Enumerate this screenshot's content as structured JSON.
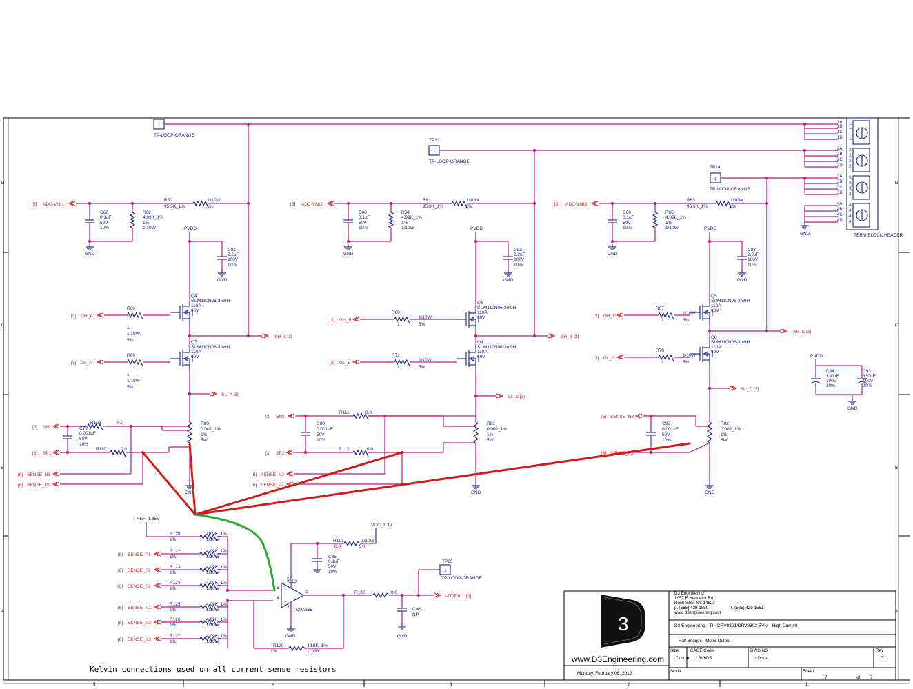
{
  "testpoints": {
    "tp_a": {
      "pin": "1",
      "label": "TP-LOOP-ORANGE"
    },
    "tp13": {
      "ref": "TP13",
      "pin": "1",
      "label": "TP-LOOP-ORANGE"
    },
    "tp14": {
      "ref": "TP14",
      "pin": "1",
      "label": "TP-LOOP-ORANGE"
    },
    "tp23": {
      "ref": "TP23",
      "pin": "1",
      "label": "TP-LOOP-ORANGE"
    }
  },
  "terminal": {
    "pins": [
      "1A",
      "1B",
      "1C",
      "1D",
      "2A",
      "2B",
      "2C",
      "2D",
      "3A",
      "3B",
      "3C",
      "3D",
      "4A",
      "4B",
      "4C",
      "4D"
    ],
    "nums": [
      "1",
      "1",
      "1",
      "1",
      "2",
      "2",
      "2",
      "2",
      "3",
      "3",
      "3",
      "3",
      "4",
      "4",
      "4",
      "4"
    ],
    "label": "TERM BLOCK HEADER"
  },
  "phases": [
    {
      "adc": {
        "tag": "[5]",
        "name": "ADC-Vhb1"
      },
      "rtop": {
        "ref": "R60",
        "val": "95.3K_1%",
        "pw": "1/10W",
        "tol": "1%"
      },
      "cap": {
        "ref": "C67",
        "v1": "0.1uF",
        "v2": "50V",
        "v3": "10%"
      },
      "rbot": {
        "ref": "R62",
        "v1": "4.99K_1%",
        "v2": "1%",
        "v3": "1/10W"
      },
      "pvdd": "PVDD",
      "bulk": {
        "ref": "C81",
        "v1": "2.2uF",
        "v2": "100V",
        "v3": "10%"
      },
      "hi": {
        "ref": "Q4",
        "part": "SUM110N06-3m9H",
        "a": "110A",
        "v": "60V"
      },
      "lo": {
        "ref": "Q7",
        "part": "SUM110N06-3m9H",
        "a": "110A",
        "v": "60V"
      },
      "gh": {
        "tag": "[3]",
        "name": "GH_A",
        "ref": "R66",
        "pin": "1",
        "pw": "1/10W",
        "tol": "5%"
      },
      "gl": {
        "tag": "[3]",
        "name": "GL_A",
        "ref": "R69",
        "pin": "1",
        "pw": "1/10W",
        "tol": "5%"
      },
      "sh": "SH_A  [3]",
      "sl": "SL_A  [3]",
      "sense": {
        "ref": "R80",
        "v1": "0.002_1%",
        "v2": "1%",
        "v3": "5W"
      },
      "sn": {
        "tag": "[3]",
        "name": "SN1"
      },
      "sp": {
        "tag": "[3]",
        "name": "SP1"
      },
      "rsn": {
        "ref": "R109",
        "val": "0.0"
      },
      "rsp": {
        "ref": "R110",
        "val": "0.0"
      },
      "csn": {
        "ref": "C79",
        "v1": "0.001uF",
        "v2": "50V",
        "v3": "10%"
      },
      "outn": {
        "tag": "[6]",
        "name": "SENSE_N1"
      },
      "outp": {
        "tag": "[6]",
        "name": "SENSE_P1"
      },
      "gnd": "GND"
    },
    {
      "adc": {
        "tag": "[5]",
        "name": "ADC-Vhb2"
      },
      "rtop": {
        "ref": "R61",
        "val": "95.3K_1%",
        "pw": "1/10W",
        "tol": "1%"
      },
      "cap": {
        "ref": "C68",
        "v1": "0.1uF",
        "v2": "50V",
        "v3": "10%"
      },
      "rbot": {
        "ref": "R64",
        "v1": "4.99K_1%",
        "v2": "1%",
        "v3": "1/10W"
      },
      "pvdd": "PVDD",
      "bulk": {
        "ref": "C82",
        "v1": "2.2uF",
        "v2": "100V",
        "v3": "10%"
      },
      "hi": {
        "ref": "Q6",
        "part": "SUM110N06-3m9H",
        "a": "110A",
        "v": "60V"
      },
      "lo": {
        "ref": "Q9",
        "part": "SUM110N06-3m9H",
        "a": "110A",
        "v": "60V"
      },
      "gh": {
        "tag": "[3]",
        "name": "GH_B",
        "ref": "R68",
        "pin": "1",
        "pw": "1/10W",
        "tol": "5%"
      },
      "gl": {
        "tag": "[3]",
        "name": "GL_B",
        "ref": "R71",
        "pin": "1",
        "pw": "1/10W",
        "tol": "5%"
      },
      "sh": "SH_B  [3]",
      "sl": "SL_B  [3]",
      "sense": {
        "ref": "R81",
        "v1": "0.002_1%",
        "v2": "1%",
        "v3": "5W"
      },
      "sn": {
        "tag": "[3]",
        "name": "SN2"
      },
      "sp": {
        "tag": "[3]",
        "name": "SP2"
      },
      "rsn": {
        "ref": "R111",
        "val": "0.0"
      },
      "rsp": {
        "ref": "R112",
        "val": "0.0"
      },
      "csn": {
        "ref": "C80",
        "v1": "0.001uF",
        "v2": "50V",
        "v3": "10%"
      },
      "outn": {
        "tag": "[6]",
        "name": "SENSE_N2"
      },
      "outp": {
        "tag": "[6]",
        "name": "SENSE_P2"
      },
      "gnd": "GND"
    },
    {
      "adc": {
        "tag": "[5]",
        "name": "ADC-Vhb3"
      },
      "rtop": {
        "ref": "R63",
        "val": "95.3K_1%",
        "pw": "1/10W",
        "tol": "1%"
      },
      "cap": {
        "ref": "C69",
        "v1": "0.1uF",
        "v2": "50V",
        "v3": "10%"
      },
      "rbot": {
        "ref": "R65",
        "v1": "4.99K_1%",
        "v2": "1%",
        "v3": "1/10W"
      },
      "pvdd": "PVDD",
      "bulk": {
        "ref": "C83",
        "v1": "2.2uF",
        "v2": "100V",
        "v3": "10%"
      },
      "hi": {
        "ref": "Q5",
        "part": "SUM110N06-3m9H",
        "a": "110A",
        "v": "60V"
      },
      "lo": {
        "ref": "Q8",
        "part": "SUM110N06-3m9H",
        "a": "110A",
        "v": "60V"
      },
      "gh": {
        "tag": "[3]",
        "name": "GH_C",
        "ref": "R67",
        "pin": "1",
        "pw": "1/10W",
        "tol": "5%"
      },
      "gl": {
        "tag": "[3]",
        "name": "GL_C",
        "ref": "R70",
        "pin": "1",
        "pw": "1/10W",
        "tol": "5%"
      },
      "sh": "SH_C  [3]",
      "sl": "SL_C  [3]",
      "sense": {
        "ref": "R82",
        "v1": "0.002_1%",
        "v2": "1%",
        "v3": "5W"
      },
      "sn": {
        "tag": "[6]",
        "name": "SENSE_N3"
      },
      "sp": {
        "tag": "[6]",
        "name": "SENSE_P3"
      },
      "csn": {
        "ref": "C98",
        "v1": "0.001uF",
        "v2": "50V",
        "v3": "10%"
      },
      "gnd": "GND"
    }
  ],
  "bulk_right": {
    "pvdd": "PVDD",
    "c94": {
      "ref": "C94",
      "v1": "330uF",
      "v2": "100V",
      "v3": "20%"
    },
    "c93": {
      "ref": "C93",
      "v1": "330uF",
      "v2": "100V",
      "v3": "20%"
    },
    "gnd": "GND"
  },
  "amp": {
    "ref_net": "REF_1.65V",
    "vcc": "VCC_3.3V",
    "r117": {
      "ref": "R117",
      "val": "0.0",
      "pw": "1/10W",
      "tol": "5%"
    },
    "c85": {
      "ref": "C85",
      "v1": "0.1uF",
      "v2": "50V",
      "v3": "10%"
    },
    "u13": {
      "ref": "U13",
      "part": "OPA365",
      "p3": "3",
      "p4": "4",
      "p5": "5",
      "p2": "2",
      "p1": "1"
    },
    "inputs_p": [
      {
        "ref": "R128",
        "val": "49.9K_1%",
        "tol": "1%",
        "pw": "1/10W"
      },
      {
        "tag": "[6]",
        "name": "SENSE_P1",
        "ref": "R122",
        "val": "4.99K_1%",
        "tol": "1%",
        "pw": "1/10W"
      },
      {
        "tag": "[6]",
        "name": "SENSE_P2",
        "ref": "R123",
        "val": "4.99K_1%",
        "tol": "1%",
        "pw": "1/10W"
      },
      {
        "tag": "[6]",
        "name": "SENSE_P3",
        "ref": "R124",
        "val": "4.99K_1%",
        "tol": "1%",
        "pw": "1/10W"
      }
    ],
    "inputs_n": [
      {
        "tag": "[6]",
        "name": "SENSE_N1",
        "ref": "R125",
        "val": "4.99K_1%",
        "tol": "1%",
        "pw": "1/10W"
      },
      {
        "tag": "[6]",
        "name": "SENSE_N2",
        "ref": "R126",
        "val": "4.99K_1%",
        "tol": "1%",
        "pw": "1/10W"
      },
      {
        "tag": "[6]",
        "name": "SENSE_N3",
        "ref": "R127",
        "val": "4.99K_1%",
        "tol": "1%",
        "pw": "1/10W"
      }
    ],
    "r129": {
      "ref": "R129",
      "val": "49.9K_1%",
      "tol": "1%",
      "pw": "1/10W"
    },
    "r130": {
      "ref": "R130",
      "val": "0.0"
    },
    "c86": {
      "ref": "C86",
      "val": "NP"
    },
    "out": {
      "name": "I-TOTAL",
      "tag": "[5]"
    },
    "gnd": "GND"
  },
  "note": "Kelvin connections used on all current sense resistors",
  "title_block": {
    "company": "D3 Engineering",
    "addr1": "1057 E Henrietta Rd",
    "addr2": "Rochester, NY 14623",
    "phone": "p. (585) 429-1550",
    "fax": "f. (585) 429-1551",
    "web_small": "www.d3engineering.com",
    "logo": "3",
    "web": "www.D3Engineering.com",
    "title": "D3 Engineering - TI - DRV8301/DRV8302 EVM - High Current",
    "subtitle": "Half Bridges - Motor Output",
    "size_h": "Size",
    "size": "Custom",
    "cage_h": "CAGE Code",
    "cage": "3V6D5",
    "dwg_h": "DWG NO",
    "dwg": "<Doc>",
    "rev_h": "Rev",
    "rev": "D1",
    "date": "Monday, February 06, 2012",
    "scale_h": "Scale",
    "sheet_h": "Sheet",
    "sheet": "7",
    "of": "of",
    "total": "7"
  },
  "border": {
    "rows": [
      "D",
      "C",
      "B",
      "A"
    ],
    "cols": [
      "5",
      "4",
      "3",
      "2",
      "1"
    ]
  },
  "colors": {
    "wire": "#c0148c",
    "component": "#1a237e",
    "net": "#c62828",
    "overlay_red": "#d11a1a",
    "overlay_green": "#2aa838"
  }
}
